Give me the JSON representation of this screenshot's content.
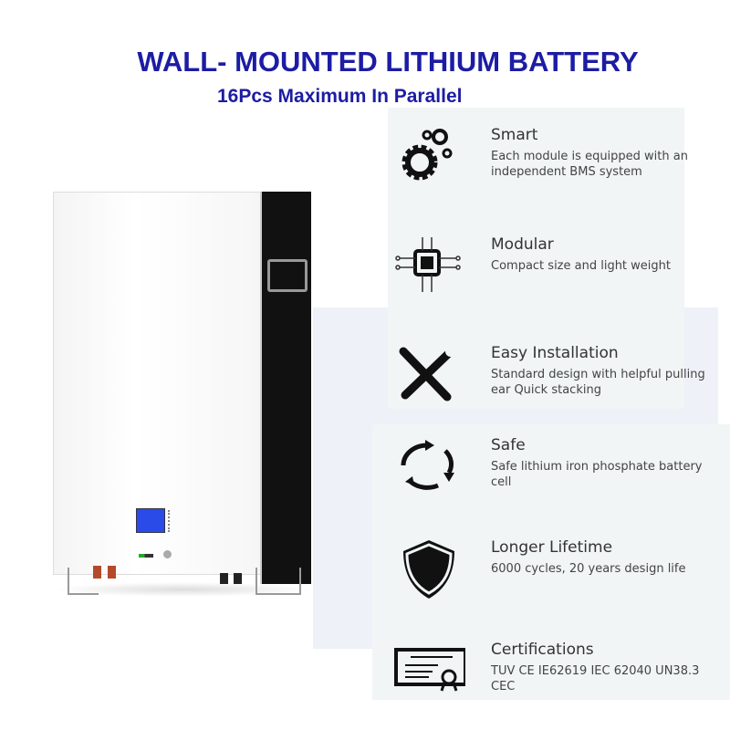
{
  "header": {
    "title": "WALL- MOUNTED LITHIUM BATTERY",
    "subtitle": "16Pcs Maximum In Parallel"
  },
  "colors": {
    "title": "#1c1ca4",
    "panel": "#f1f5f5",
    "panel_back": "#eef1f8",
    "lcd": "#2a4be8"
  },
  "features": [
    {
      "icon": "gears-icon",
      "title": "Smart",
      "desc": "Each module is equipped with an independent BMS system"
    },
    {
      "icon": "chip-icon",
      "title": "Modular",
      "desc": "Compact size and light weight"
    },
    {
      "icon": "tools-icon",
      "title": "Easy Installation",
      "desc": "Standard design with helpful pulling ear Quick stacking"
    },
    {
      "icon": "recycle-arrows-icon",
      "title": "Safe",
      "desc": "Safe lithium iron phosphate battery cell"
    },
    {
      "icon": "shield-icon",
      "title": "Longer Lifetime",
      "desc": "6000 cycles, 20 years design life"
    },
    {
      "icon": "certificate-icon",
      "title": "Certifications",
      "desc": "TUV CE IE62619 IEC 62040 UN38.3 CEC"
    }
  ]
}
